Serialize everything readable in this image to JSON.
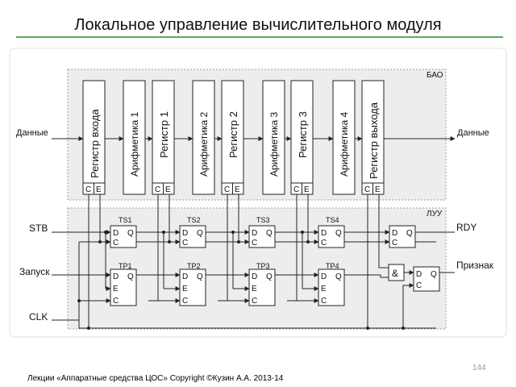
{
  "slide": {
    "title": "Локальное управление вычислительного модуля",
    "footer": "Лекции «Аппаратные средства ЦОС» Copyright ©Кузин А.А. 2013-14",
    "page_number": "144"
  },
  "datapath": {
    "block_label": "БАО",
    "input_label": "Данные",
    "output_label": "Данные",
    "registers": [
      "Регистр входа",
      "Регистр 1",
      "Регистр 2",
      "Регистр 3",
      "Регистр выхода"
    ],
    "arithmetic": [
      "Арифметика 1",
      "Арифметика 2",
      "Арифметика 3",
      "Арифметика 4"
    ],
    "control_pins": [
      "C",
      "E"
    ]
  },
  "control": {
    "block_label": "ЛУУ",
    "signals": [
      "STB",
      "Запуск",
      "CLK"
    ],
    "outputs": [
      "RDY",
      "Признак"
    ],
    "ts_labels": [
      "TS1",
      "TS2",
      "TS3",
      "TS4"
    ],
    "tp_labels": [
      "TP1",
      "TP2",
      "TP3",
      "TP4"
    ],
    "pins": {
      "d": "D",
      "q": "Q",
      "c": "C",
      "e": "E"
    },
    "and_symbol": "&"
  },
  "colors": {
    "block_fill": "#ededed",
    "block_border": "#a0a0a0",
    "line": "#222222",
    "title_rule": "#5aab5a"
  }
}
